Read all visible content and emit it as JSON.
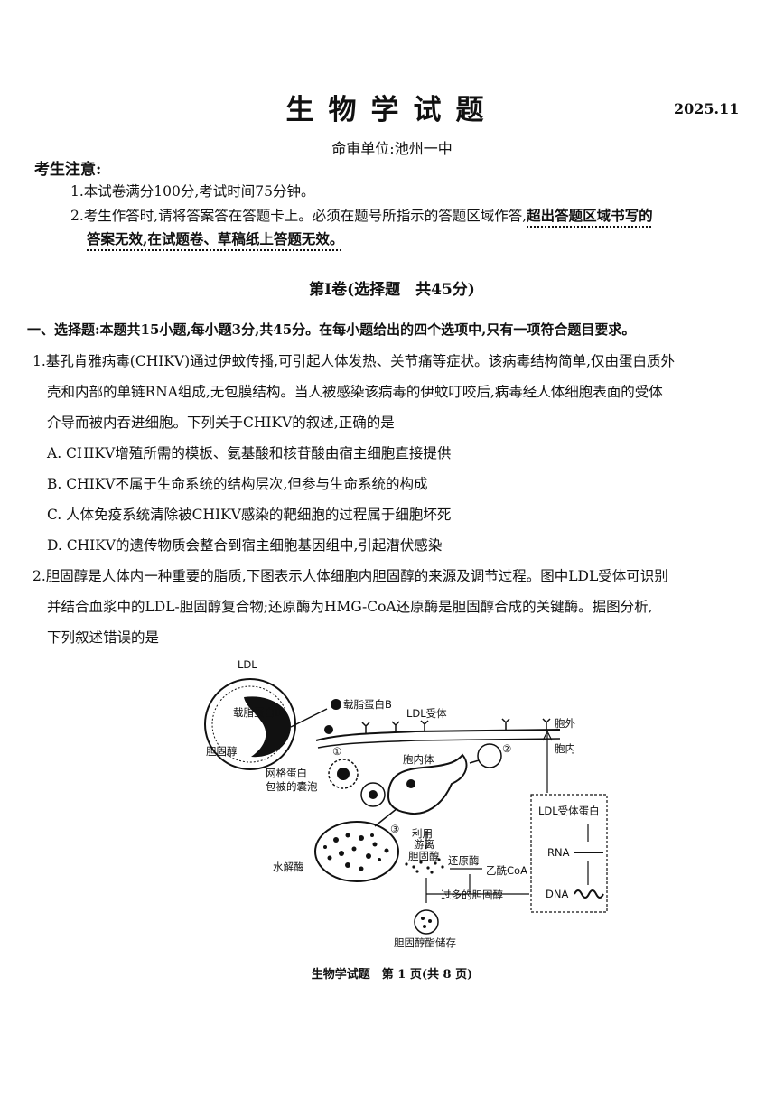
{
  "header": {
    "title": "生物学试题",
    "date": "2025.11",
    "unit": "命审单位:池州一中"
  },
  "notice": {
    "heading": "考生注意:",
    "item1": "1.本试卷满分100分,考试时间75分钟。",
    "item2_a": "2.考生作答时,请将答案答在答题卡上。必须在题号所指示的答题区域作答,",
    "item2_b": "超出答题区域书写的",
    "item2_c": "答案无效,在试题卷、草稿纸上答题无效。"
  },
  "section": {
    "title": "第Ⅰ卷(选择题　共45分)",
    "instruction": "一、选择题:本题共15小题,每小题3分,共45分。在每小题给出的四个选项中,只有一项符合题目要求。"
  },
  "q1": {
    "line1": "1.基孔肯雅病毒(CHIKV)通过伊蚊传播,可引起人体发热、关节痛等症状。该病毒结构简单,仅由蛋白质外",
    "line2": "壳和内部的单链RNA组成,无包膜结构。当人被感染该病毒的伊蚊叮咬后,病毒经人体细胞表面的受体",
    "line3": "介导而被内吞进细胞。下列关于CHIKV的叙述,正确的是",
    "option_a": "A. CHIKV增殖所需的模板、氨基酸和核苷酸由宿主细胞直接提供",
    "option_b": "B. CHIKV不属于生命系统的结构层次,但参与生命系统的构成",
    "option_c": "C. 人体免疫系统清除被CHIKV感染的靶细胞的过程属于细胞坏死",
    "option_d": "D. CHIKV的遗传物质会整合到宿主细胞基因组中,引起潜伏感染"
  },
  "q2": {
    "line1": "2.胆固醇是人体内一种重要的脂质,下图表示人体细胞内胆固醇的来源及调节过程。图中LDL受体可识别",
    "line2": "并结合血浆中的LDL-胆固醇复合物;还原酶为HMG-CoA还原酶是胆固醇合成的关键酶。据图分析,",
    "line3": "下列叙述错误的是"
  },
  "diagram": {
    "ldl": "LDL",
    "apob_inner": "载脂蛋白B",
    "cholesterol_inner": "胆固醇",
    "apob_outer": "载脂蛋白B",
    "ldl_receptor": "LDL受体",
    "outside": "胞外",
    "inside": "胞内",
    "endosome": "胞内体",
    "coated_vesicle_1": "网格蛋白",
    "coated_vesicle_2": "包被的囊泡",
    "num1": "①",
    "num2": "②",
    "num3": "③",
    "use": "利用",
    "free_1": "游离",
    "free_2": "胆固醇",
    "reductase": "还原酶",
    "acetyl_coa": "乙酰CoA",
    "hydrolase": "水解酶",
    "excess": "过多的胆固醇",
    "storage": "胆固醇酯储存",
    "receptor_protein": "LDL受体蛋白",
    "rna": "RNA",
    "dna": "DNA"
  },
  "footer": "生物学试题　第 1 页(共 8 页)"
}
